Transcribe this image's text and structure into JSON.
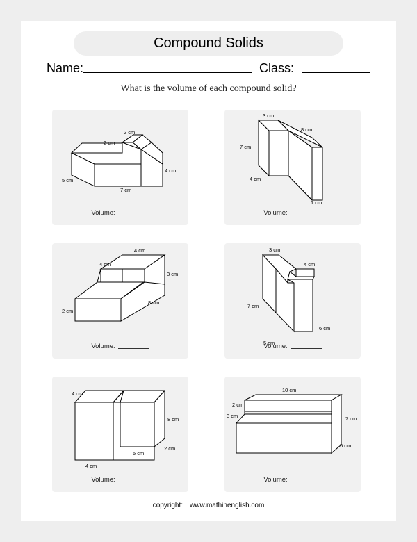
{
  "title": "Compound Solids",
  "name_label": "Name:",
  "class_label": "Class:",
  "question": "What is the volume of each compound solid?",
  "volume_label": "Volume:",
  "copyright_label": "copyright:",
  "copyright_site": "www.mathinenglish.com",
  "solids": [
    {
      "labels": [
        "2 cm",
        "2 cm",
        "4 cm",
        "5 cm",
        "7 cm"
      ]
    },
    {
      "labels": [
        "3 cm",
        "8 cm",
        "7 cm",
        "4 cm",
        "1 cm"
      ]
    },
    {
      "labels": [
        "4 cm",
        "4 cm",
        "3 cm",
        "2 cm",
        "8 cm"
      ]
    },
    {
      "labels": [
        "3 cm",
        "4 cm",
        "7 cm",
        "6 cm",
        "5 cm"
      ]
    },
    {
      "labels": [
        "4 cm",
        "8 cm",
        "4 cm",
        "5 cm",
        "2 cm"
      ]
    },
    {
      "labels": [
        "10 cm",
        "2 cm",
        "3 cm",
        "7 cm",
        "5 cm"
      ]
    }
  ]
}
